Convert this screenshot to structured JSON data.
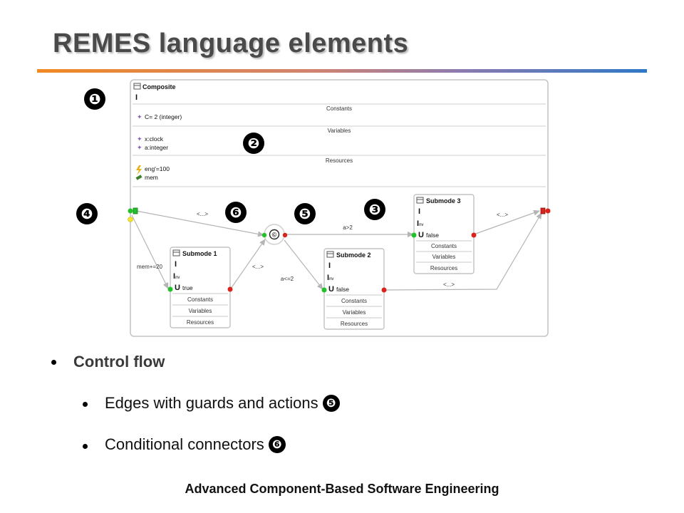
{
  "slide": {
    "title": "REMES language elements",
    "footer": "Advanced Component-Based Software Engineering"
  },
  "markers": [
    "❶",
    "❷",
    "❸",
    "❹",
    "❺",
    "❻"
  ],
  "composite": {
    "title": "Composite",
    "invariant": "I",
    "sections": {
      "constants": "Constants",
      "variables": "Variables",
      "resources": "Resources"
    },
    "constants": [
      "C= 2 (integer)"
    ],
    "variables": [
      "x:clock",
      "a:integer"
    ],
    "resources": [
      "eng'=100",
      "mem"
    ]
  },
  "submodes": [
    {
      "title": "Submode 1",
      "invariant": "I",
      "inv": "Inv",
      "urgent": "U",
      "urgent_value": "true",
      "sections": [
        "Constants",
        "Variables",
        "Resources"
      ]
    },
    {
      "title": "Submode 2",
      "invariant": "I",
      "inv": "Inv",
      "urgent": "U",
      "urgent_value": "false",
      "sections": [
        "Constants",
        "Variables",
        "Resources"
      ]
    },
    {
      "title": "Submode 3",
      "invariant": "I",
      "inv": "Inv",
      "urgent": "U",
      "urgent_value": "false",
      "sections": [
        "Constants",
        "Variables",
        "Resources"
      ]
    }
  ],
  "edges": {
    "entry_to_connector": "<...>",
    "entry_to_submode1": "mem+=20",
    "submode1_to_connector": "<...>",
    "connector_to_submode3": "a>2",
    "connector_to_submode2": "a<=2",
    "submode3_to_exit": "<...>",
    "submode2_to_exit": "<...>"
  },
  "connector": {
    "symbol": "©"
  },
  "bullets": [
    {
      "text": "Control flow",
      "ref": ""
    },
    {
      "text": "Edges with guards and actions",
      "ref": "❺"
    },
    {
      "text": "Conditional connectors",
      "ref": "❻"
    }
  ],
  "colors": {
    "title_text": "#4a4a4a",
    "entry_point": "#22c12b",
    "exit_point": "#d9241c",
    "init_point": "#f2e335",
    "edge": "#b5b5b5",
    "box_border": "#b8b8b8",
    "section_title": "#333333",
    "attr_icon": "#8a5db5"
  }
}
